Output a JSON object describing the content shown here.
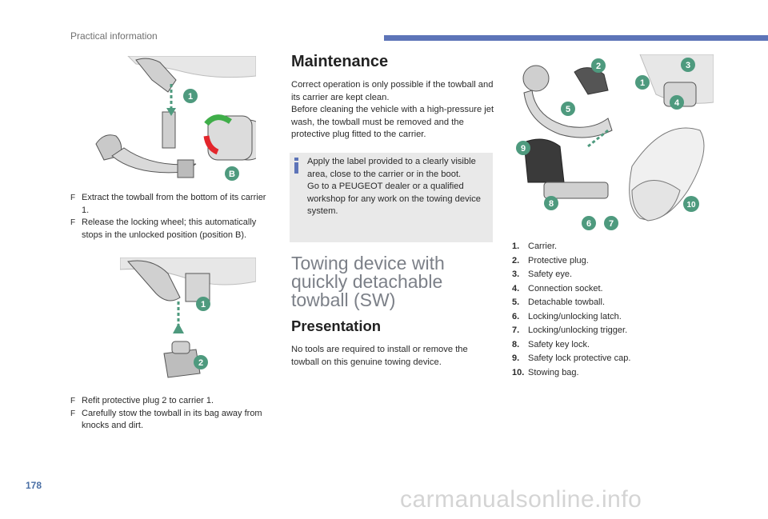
{
  "header": {
    "section_title": "Practical information"
  },
  "page_number": "178",
  "watermark": "carmanualsonline.info",
  "left": {
    "bullets_1": [
      {
        "mark": "F",
        "text": "Extract the towball from the bottom of its carrier 1."
      },
      {
        "mark": "F",
        "text": "Release the locking wheel; this automatically stops in the unlocked position (position B)."
      }
    ],
    "bullets_2": [
      {
        "mark": "F",
        "text": "Refit protective plug 2 to carrier 1."
      },
      {
        "mark": "F",
        "text": "Carefully stow the towball in its bag away from knocks and dirt."
      }
    ],
    "figure1_labels": {
      "one": "1",
      "b": "B"
    },
    "figure2_labels": {
      "one": "1",
      "two": "2"
    }
  },
  "middle": {
    "maintenance_heading": "Maintenance",
    "maintenance_text": "Correct operation is only possible if the towball and its carrier are kept clean.\nBefore cleaning the vehicle with a high-pressure jet wash, the towball must be removed and the protective plug fitted to the carrier.",
    "note_icon": "info-icon",
    "note_text": "Apply the label provided to a clearly visible area, close to the carrier or in the boot.\nGo to a PEUGEOT dealer or a qualified workshop for any work on the towing device system.",
    "towing_heading": "Towing device with quickly detachable towball (SW)",
    "presentation_heading": "Presentation",
    "presentation_text": "No tools are required to install or remove the towball on this genuine towing device."
  },
  "right": {
    "figure3_labels": [
      "1",
      "2",
      "3",
      "4",
      "5",
      "6",
      "7",
      "8",
      "9",
      "10"
    ],
    "legend": [
      {
        "num": "1.",
        "text": "Carrier."
      },
      {
        "num": "2.",
        "text": "Protective plug."
      },
      {
        "num": "3.",
        "text": "Safety eye."
      },
      {
        "num": "4.",
        "text": "Connection socket."
      },
      {
        "num": "5.",
        "text": "Detachable towball."
      },
      {
        "num": "6.",
        "text": "Locking/unlocking latch."
      },
      {
        "num": "7.",
        "text": "Locking/unlocking trigger."
      },
      {
        "num": "8.",
        "text": "Safety key lock."
      },
      {
        "num": "9.",
        "text": "Safety lock protective cap."
      },
      {
        "num": "10.",
        "text": "Stowing bag."
      }
    ]
  },
  "colors": {
    "accent_blue": "#5d74b8",
    "badge_green": "#4e9a7e",
    "arrow_green": "#3fae49",
    "arrow_red": "#e3262c"
  }
}
